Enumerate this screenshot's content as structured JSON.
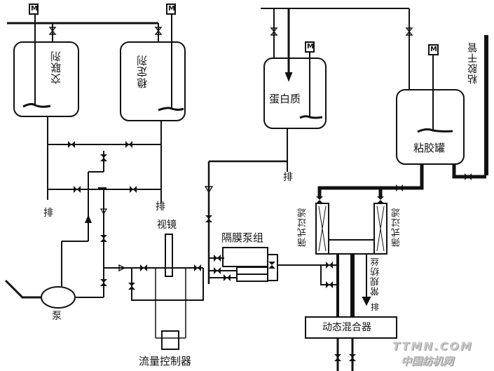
{
  "diagram": {
    "title": "Viscose blended protein fiber spinning process flow",
    "tanks": {
      "crosslinker": "交联剂",
      "stabilizer": "稳定剂",
      "protein": "蛋白质",
      "viscose": "粘胶罐"
    },
    "labels": {
      "drain_left": "排",
      "drain_mid": "排",
      "drain_protein": "排",
      "drain_filter": "排",
      "pump": "泵",
      "sight_glass": "视镜",
      "flow_controller": "流量控制器",
      "diaphragm_pump_group": "隔膜泵组",
      "filter_left": "筛式过滤",
      "filter_right": "筛式过滤",
      "conventional_spinning": "常规纺丝",
      "dynamic_mixer": "动态混合器",
      "viscose_main_pipe": "粘胶干管",
      "motor": "M"
    },
    "watermark": {
      "line1": "TTMN.COM",
      "line2": "中国纺机网"
    }
  }
}
